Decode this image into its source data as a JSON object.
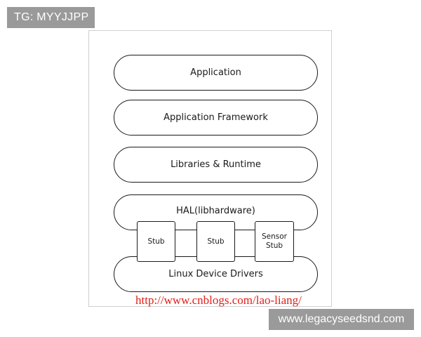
{
  "watermark_top": "TG: MYYJJPP",
  "layers": {
    "application": "Application",
    "framework": "Application Framework",
    "libraries": "Libraries & Runtime",
    "hal": "HAL(libhardware)",
    "drivers": "Linux Device Drivers"
  },
  "stubs": [
    {
      "lines": [
        "Stub"
      ]
    },
    {
      "lines": [
        "Stub"
      ]
    },
    {
      "lines": [
        "Sensor",
        "Stub"
      ]
    }
  ],
  "source_url": "http://www.cnblogs.com/lao-liang/",
  "watermark_bottom": "www.legacyseedsnd.com",
  "colors": {
    "watermark_bg": "#9a9a9a",
    "url_text": "#e0201a",
    "stroke": "#1a1a1a"
  }
}
